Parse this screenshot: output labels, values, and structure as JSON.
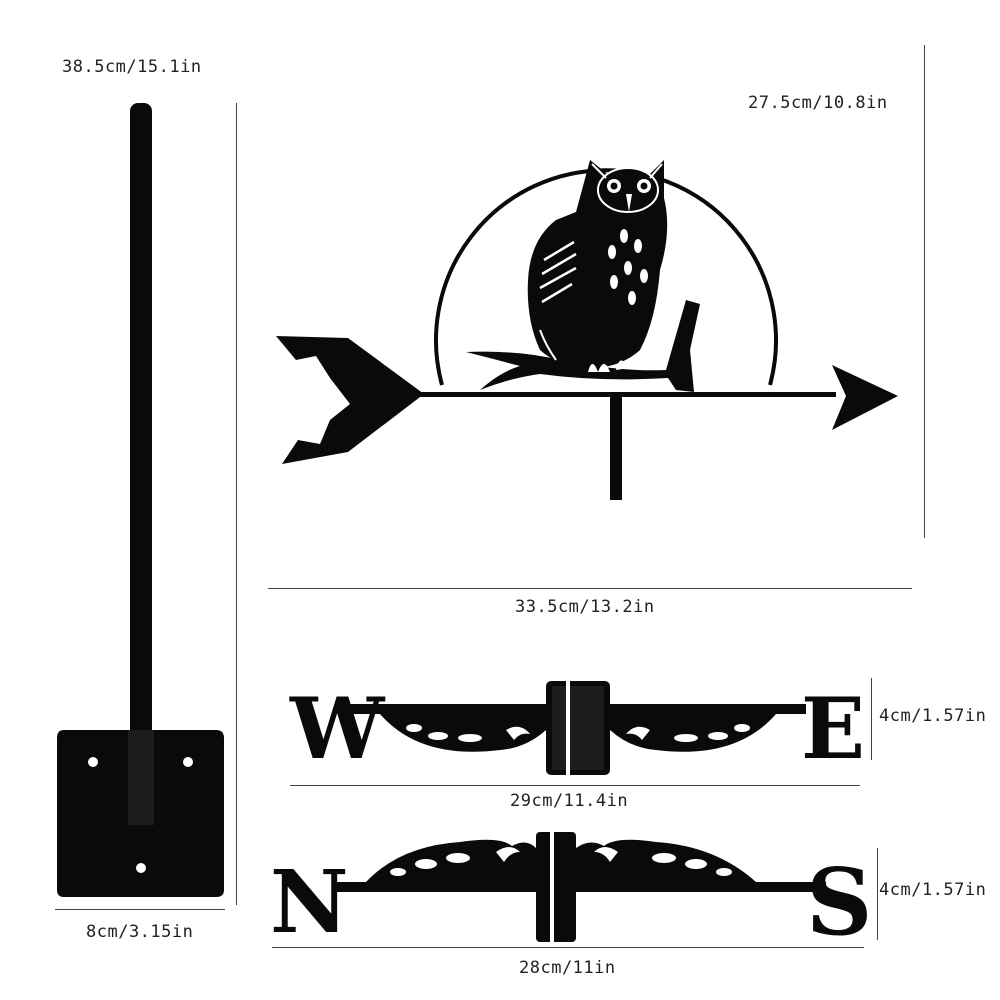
{
  "dimensions": {
    "pole_height": "38.5cm/15.1in",
    "vane_height": "27.5cm/10.8in",
    "vane_width": "33.5cm/13.2in",
    "we_height": "4cm/1.57in",
    "we_width": "29cm/11.4in",
    "ns_height": "4cm/1.57in",
    "ns_width": "28cm/11in",
    "base_width": "8cm/3.15in"
  },
  "letters": {
    "west": "W",
    "east": "E",
    "north": "N",
    "south": "S"
  },
  "colors": {
    "ink": "#0a0a0a",
    "background": "#ffffff"
  },
  "icons": [
    "owl-icon",
    "arrow-icon",
    "mounting-pole",
    "compass-bar"
  ]
}
